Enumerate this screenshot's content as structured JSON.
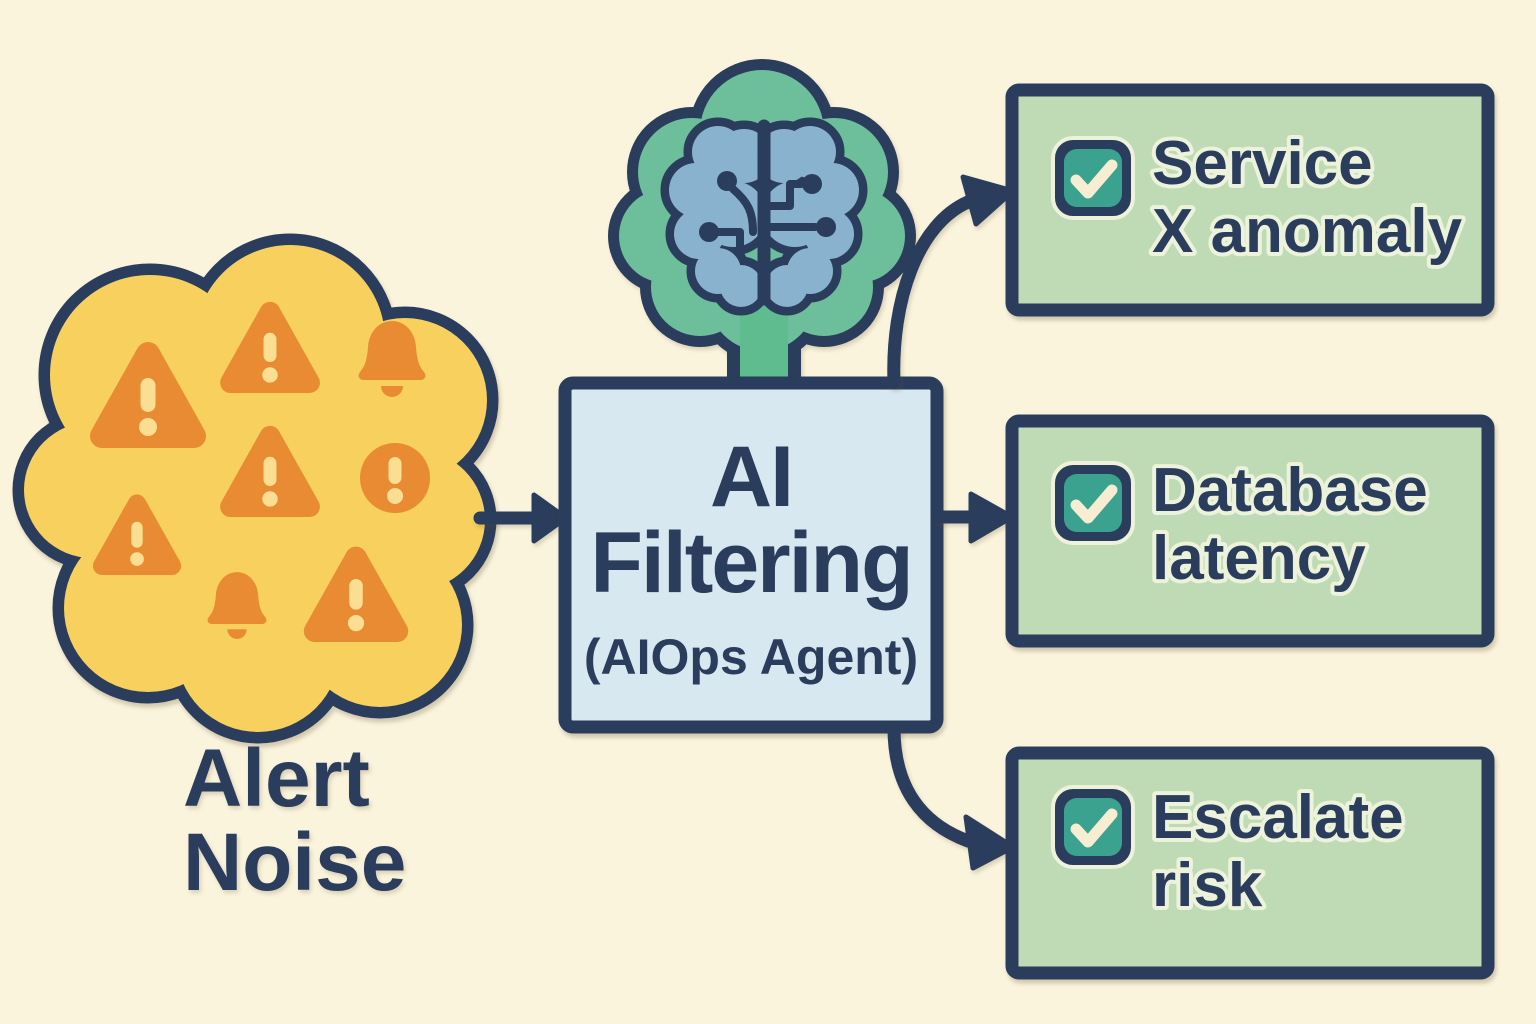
{
  "diagram": {
    "cloud": {
      "label_line1": "Alert",
      "label_line2": "Noise",
      "icons": [
        "warning-triangle",
        "warning-triangle",
        "bell",
        "warning-triangle",
        "exclamation-circle",
        "warning-triangle",
        "bell",
        "warning-triangle"
      ]
    },
    "agent": {
      "title_line1": "AI",
      "title_line2": "Filtering",
      "subtitle": "(AIOps Agent)",
      "icon": "brain-circuit"
    },
    "outputs": [
      {
        "id": "service-x-anomaly",
        "line1": "Service",
        "line2": "X anomaly",
        "checked": true
      },
      {
        "id": "database-latency",
        "line1": "Database",
        "line2": "latency",
        "checked": true
      },
      {
        "id": "escalate-risk",
        "line1": "Escalate",
        "line2": "risk",
        "checked": true
      }
    ],
    "colors": {
      "background": "#FBF4DD",
      "outline_navy": "#2B3D5C",
      "cloud_yellow": "#F8D05E",
      "alert_orange": "#E98B33",
      "alert_cream": "#FADF93",
      "agent_box_blue": "#D8E8F0",
      "brain_green": "#6DBF9B",
      "brain_blue": "#88B2CE",
      "output_green": "#BEDBB5",
      "checkbox_teal": "#3BA290",
      "check_cream": "#F7EDD3"
    }
  }
}
